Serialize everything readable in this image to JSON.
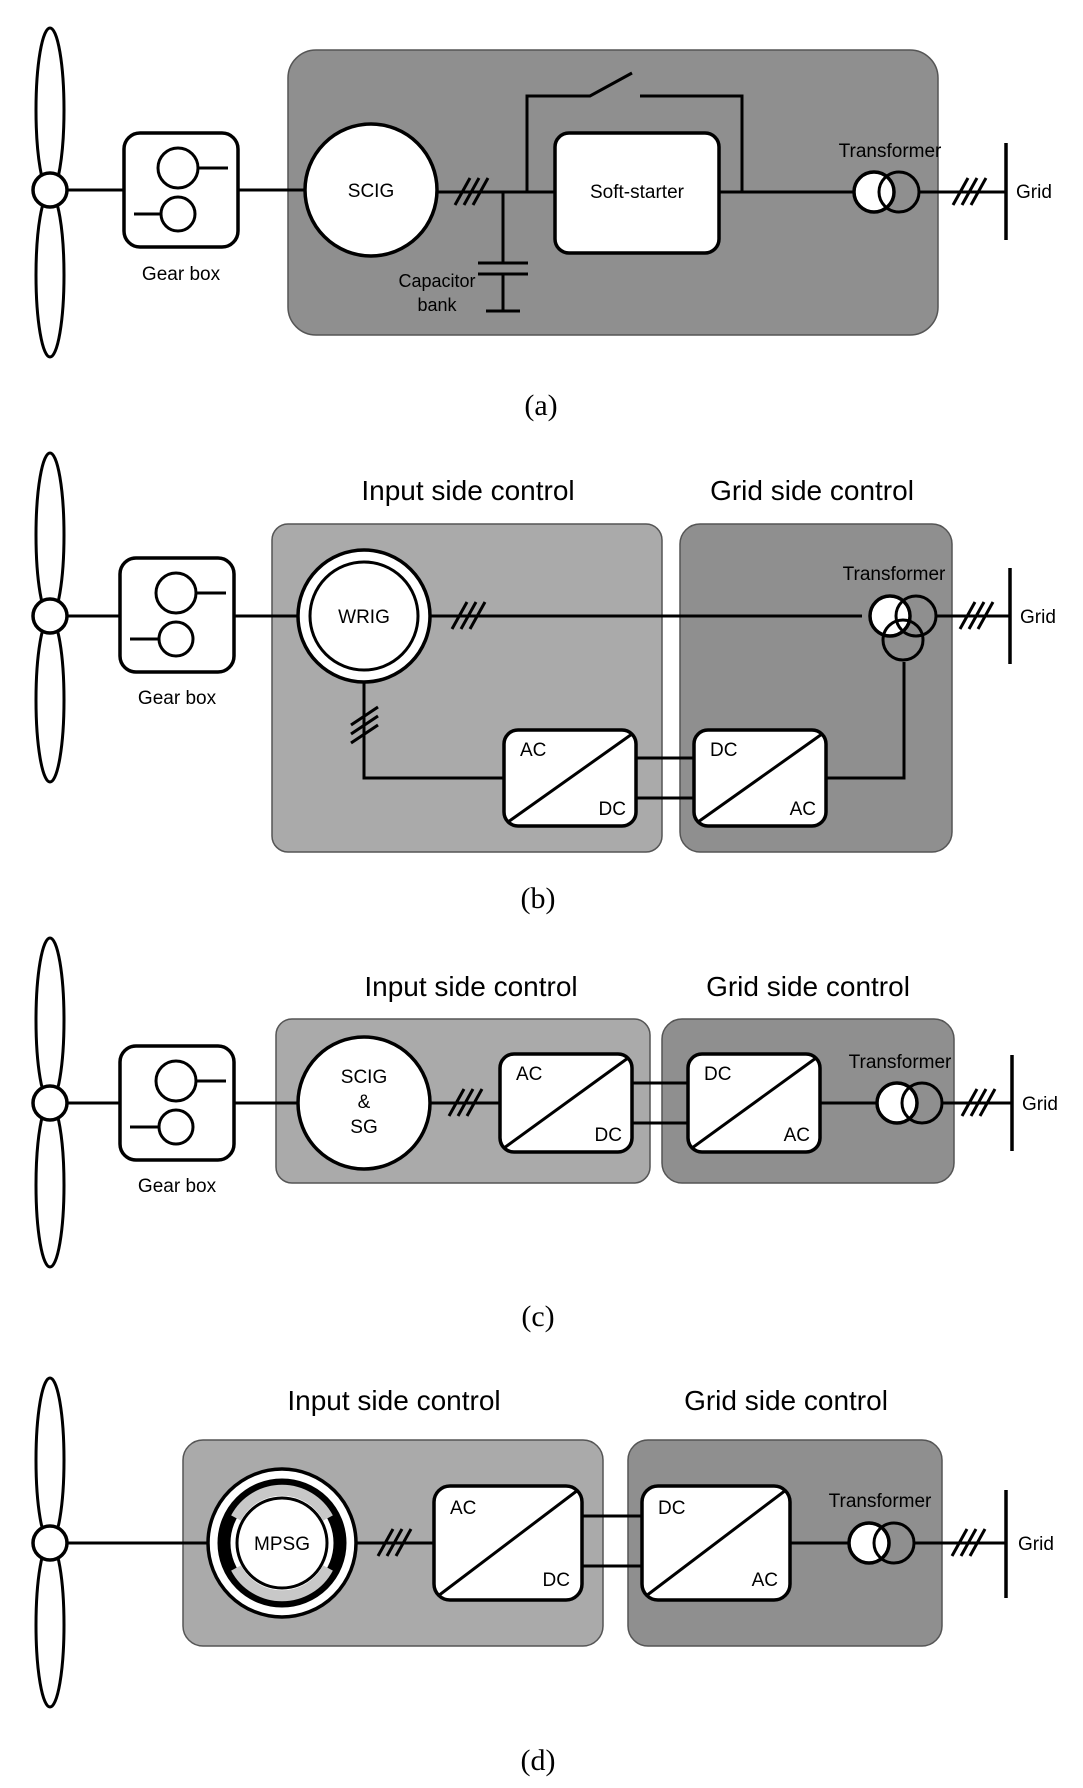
{
  "diagrams": {
    "a": {
      "caption": "(a)",
      "gear_box": "Gear box",
      "generator": "SCIG",
      "capacitor_line1": "Capacitor",
      "capacitor_line2": "bank",
      "soft_starter": "Soft-starter",
      "transformer": "Transformer",
      "grid": "Grid"
    },
    "b": {
      "caption": "(b)",
      "input_side": "Input side control",
      "grid_side": "Grid side control",
      "gear_box": "Gear box",
      "generator": "WRIG",
      "rectifier_in": "AC",
      "rectifier_out": "DC",
      "inverter_in": "DC",
      "inverter_out": "AC",
      "transformer": "Transformer",
      "grid": "Grid"
    },
    "c": {
      "caption": "(c)",
      "input_side": "Input side control",
      "grid_side": "Grid side control",
      "gear_box": "Gear box",
      "generator_line1": "SCIG",
      "generator_line2": "&",
      "generator_line3": "SG",
      "rectifier_in": "AC",
      "rectifier_out": "DC",
      "inverter_in": "DC",
      "inverter_out": "AC",
      "transformer": "Transformer",
      "grid": "Grid"
    },
    "d": {
      "caption": "(d)",
      "input_side": "Input side control",
      "grid_side": "Grid side control",
      "generator": "MPSG",
      "rectifier_in": "AC",
      "rectifier_out": "DC",
      "inverter_in": "DC",
      "inverter_out": "AC",
      "transformer": "Transformer",
      "grid": "Grid"
    }
  },
  "colors": {
    "panel_light": "#aaaaaa",
    "panel_dark": "#8f8f8f",
    "line": "#000000",
    "background": "#ffffff"
  }
}
